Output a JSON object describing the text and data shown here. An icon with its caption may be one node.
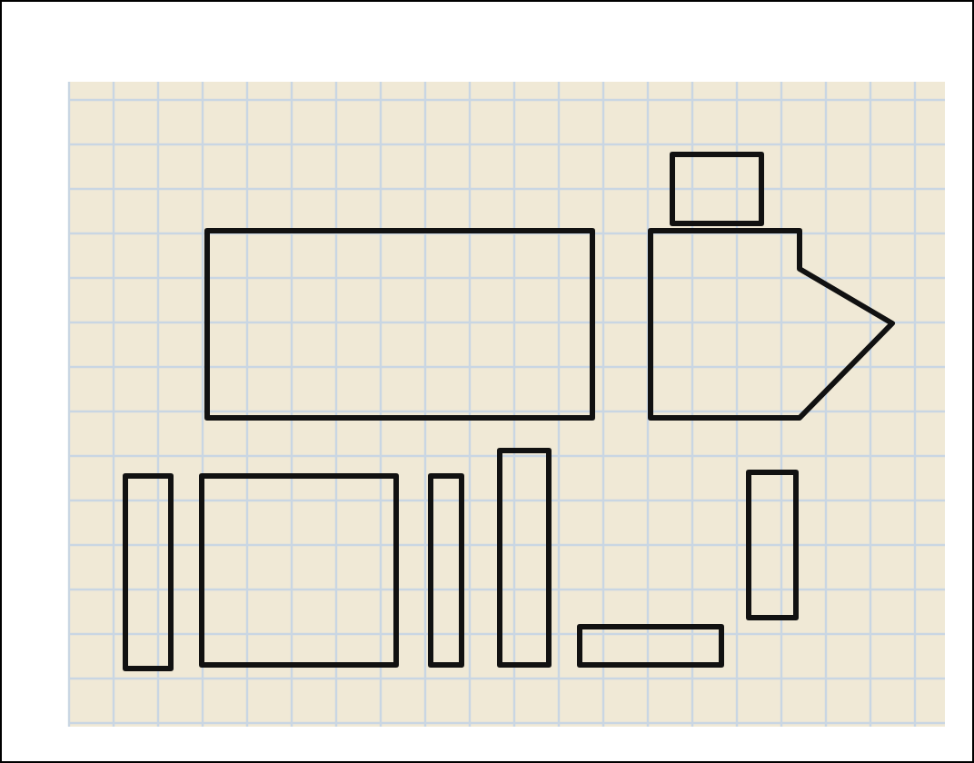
{
  "diagram": {
    "nodes": [
      {
        "text": [],
        "shape": "box"
      },
      {
        "text": [],
        "shape": "box"
      },
      {
        "text": [],
        "shape": "pentagon"
      },
      {
        "text": [],
        "shape": "box"
      },
      {
        "text": [],
        "shape": "box"
      },
      {
        "text": [],
        "shape": "box"
      },
      {
        "text": [],
        "shape": "box"
      },
      {
        "text": [],
        "shape": "box"
      },
      {
        "text": [],
        "shape": "box"
      }
    ]
  }
}
